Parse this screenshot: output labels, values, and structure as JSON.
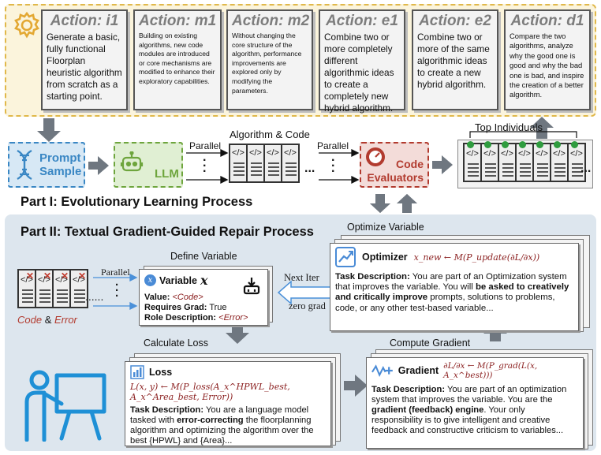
{
  "actions": [
    {
      "title": "Action: i1",
      "text": "Generate a basic, fully functional Floorplan heuristic algorithm from scratch as a starting point."
    },
    {
      "title": "Action: m1",
      "text": "Building on existing algorithms, new code modules are introduced or core mechanisms are modified to enhance their exploratory capabilities."
    },
    {
      "title": "Action: m2",
      "text": "Without changing the core structure of the algorithm, performance improvements are explored only by modifying the parameters."
    },
    {
      "title": "Action: e1",
      "text": "Combine two or more completely different algorithmic ideas to create a completely new hybrid algorithm."
    },
    {
      "title": "Action: e2",
      "text": "Combine two or more of the same algorithmic ideas to create a new hybrid algorithm."
    },
    {
      "title": "Action: d1",
      "text": "Compare the two algorithms, analyze why the good one is good and why the bad one is bad, and inspire the creation of a better algorithm."
    }
  ],
  "part1": {
    "prompt_sample_line1": "Prompt",
    "prompt_sample_line2": "Sample",
    "llm": "LLM",
    "parallel_1": "Parallel",
    "parallel_2": "Parallel",
    "algorithm_code": "Algorithm & Code",
    "code_evaluators_line1": "Code",
    "code_evaluators_line2": "Evaluators",
    "top_individuals": "Top Individuals",
    "ellipsis": "...",
    "title": "Part I: Evolutionary Learning Process"
  },
  "part2": {
    "title": "Part II: Textual Gradient-Guided Repair Process",
    "parallel": "Parallel",
    "ellipsis": "......",
    "code_label": "Code",
    "amp": "&",
    "error_label": "Error",
    "define_variable": "Define Variable",
    "variable_head": "Variable",
    "variable_sym": "x",
    "value_label": "Value:",
    "value_val": "<Code>",
    "requires_grad_label": "Requires Grad:",
    "requires_grad_val": "True",
    "role_label": "Role Description:",
    "role_val": "<Error>",
    "next_iter": "Next Iter",
    "zero_grad": "zero grad",
    "optimize_variable": "Optimize Variable",
    "optimizer_head": "Optimizer",
    "optimizer_formula": "x_new ← M(P_update(∂L/∂x))",
    "optimizer_task_label": "Task Description:",
    "optimizer_task_1": "You are part of an Optimization system that improves the variable. You will",
    "optimizer_task_bold": "be asked to creatively and critically improve",
    "optimizer_task_2": "prompts, solutions to problems, code, or any other test-based variable...",
    "calculate_loss": "Calculate Loss",
    "loss_head": "Loss",
    "loss_formula": "L(x, y) ← M(P_loss(A_x^HPWL_best, A_x^Area_best, Error))",
    "loss_task_label": "Task Description:",
    "loss_task_1": "You are a language model tasked with",
    "loss_task_bold": "error-correcting",
    "loss_task_2": "the floorplanning algorithm and optimizing the algorithm over the best {HPWL} and {Area}...",
    "compute_gradient": "Compute Gradient",
    "gradient_head": "Gradient",
    "gradient_formula": "∂L/∂x ← M(P_grad(L(x, A_x^best)))",
    "gradient_task_label": "Task Description:",
    "gradient_task_1": "You are part of an optimization system that improves the variable. You are the",
    "gradient_task_bold": "gradient (feedback) engine",
    "gradient_task_2": ". Your only responsibility is to give intelligent and creative feedback and constructive criticism to variables..."
  },
  "colors": {
    "band_bg": "#fbf4dc",
    "band_border": "#e0b84a",
    "prompt_blue": "#3a87c4",
    "llm_green": "#6ea53d",
    "evaluator_red": "#b23b2f",
    "panel_bg": "#dde6ee",
    "arrow_gray": "#6f7780"
  }
}
